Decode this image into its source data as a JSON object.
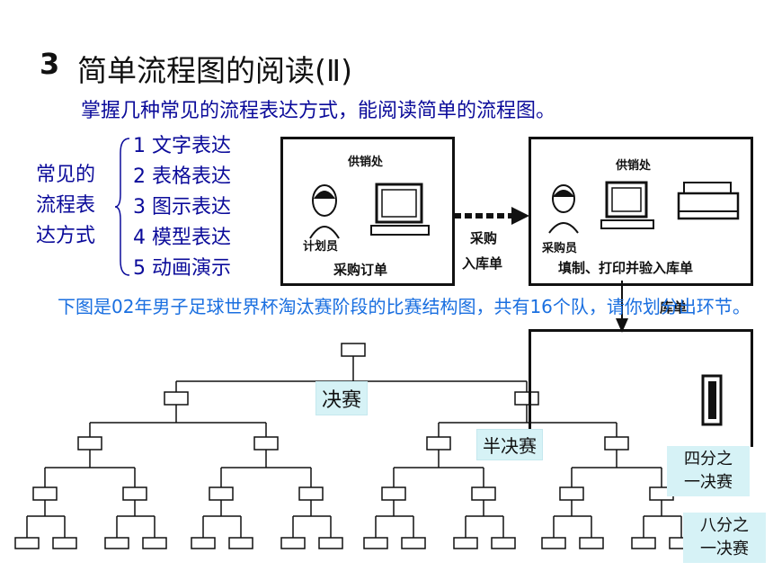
{
  "title": {
    "number": "3",
    "text": "简单流程图的阅读(Ⅱ)"
  },
  "subtitle": "掌握几种常见的流程表达方式，能阅读简单的流程图。",
  "methods": {
    "label_lines": [
      "常见的",
      "流程表",
      "达方式"
    ],
    "items": [
      "1 文字表达",
      "2 表格表达",
      "3 图示表达",
      "4 模型表达",
      "5 动画演示"
    ]
  },
  "flow_image": {
    "left_panel": {
      "header": "供销处",
      "person": "计划员",
      "caption": "采购订单"
    },
    "arrow_label": [
      "采购",
      "入库单"
    ],
    "right_panel": {
      "header": "供销处",
      "person": "采购员",
      "caption": "填制、打印并验入库单"
    },
    "partial_label": "库单"
  },
  "intro_text": "下图是02年男子足球世界杯淘汰赛阶段的比赛结构图，共有16个队，请你划分出环节。",
  "stages": {
    "final": "决赛",
    "semi": "半决赛",
    "quarter": [
      "四分之",
      "一决赛"
    ],
    "round16": [
      "八分之",
      "一决赛"
    ]
  },
  "colors": {
    "heading": "#0b0b9a",
    "intro": "#1a6fe0",
    "stage_bg": "#d6f2f6"
  }
}
